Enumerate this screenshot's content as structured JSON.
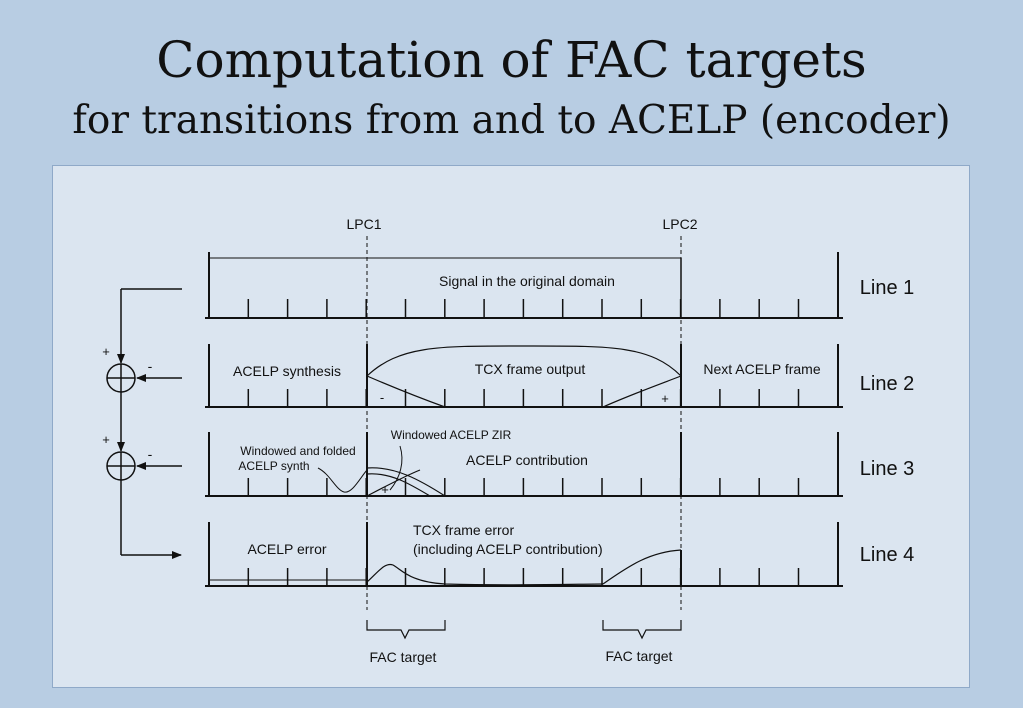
{
  "slide": {
    "title": "Computation of FAC targets",
    "subtitle": "for transitions from and to ACELP (encoder)"
  },
  "diagram": {
    "markers": {
      "lpc1": "LPC1",
      "lpc2": "LPC2"
    },
    "lines": {
      "line1": "Line 1",
      "line2": "Line 2",
      "line3": "Line 3",
      "line4": "Line 4"
    },
    "labels": {
      "signal_original": "Signal in the original domain",
      "acelp_synthesis": "ACELP synthesis",
      "tcx_frame_output": "TCX frame output",
      "next_acelp_frame": "Next ACELP frame",
      "windowed_acelp_zir": "Windowed ACELP ZIR",
      "windowed_folded_1": "Windowed and folded",
      "windowed_folded_2": "ACELP synth",
      "acelp_contribution": "ACELP contribution",
      "acelp_error": "ACELP error",
      "tcx_frame_error_1": "TCX frame error",
      "tcx_frame_error_2": "(including ACELP contribution)",
      "fac_target_left": "FAC target",
      "fac_target_right": "FAC target"
    },
    "signs": {
      "sum1_plus": "+",
      "sum1_minus": "-",
      "sum2_plus": "+",
      "sum2_minus": "-",
      "line2_minus": "-",
      "line2_plus": "+",
      "line3_plus": "+"
    },
    "colors": {
      "background": "#b8cde3",
      "panel": "#dbe5f0",
      "ink": "#111111"
    }
  }
}
